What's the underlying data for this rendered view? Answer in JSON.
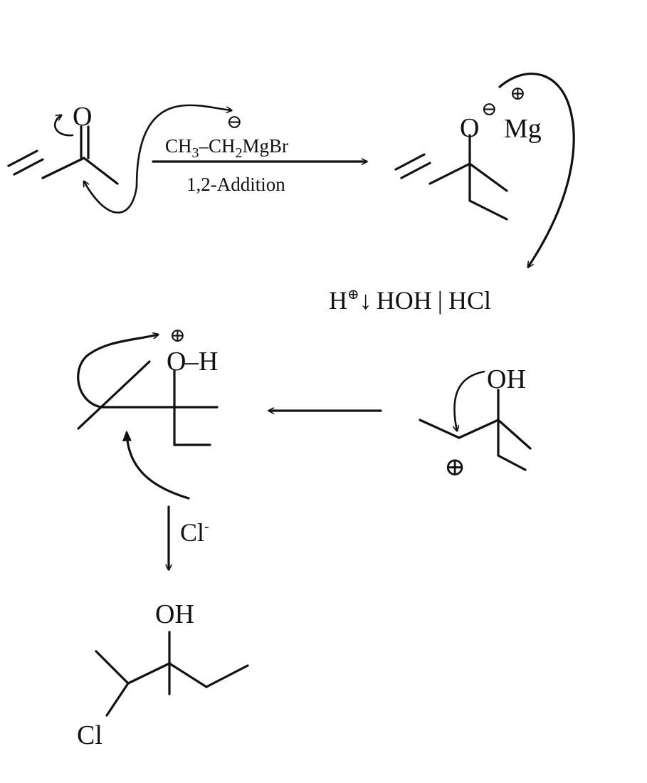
{
  "scheme": {
    "reagent": {
      "left": "CH",
      "left_sub": "3",
      "right": "–CH",
      "right_sub": "2",
      "tail": "MgBr"
    },
    "reaction_type": "1,2-Addition",
    "workup": {
      "left": "H",
      "left_charge": "⊕",
      "arrow": "↓",
      "mid": "HOH",
      "sep": "|",
      "right": "HCl"
    },
    "nucleophile": {
      "ion": "Cl",
      "charge": "-"
    },
    "atoms": {
      "oxygen": "O",
      "magnesium": "Mg",
      "hydroxyl": "OH",
      "oxonium_h": "–H",
      "chlorine": "Cl"
    },
    "charges": {
      "plus": "⊕",
      "minus": "⊖"
    }
  }
}
